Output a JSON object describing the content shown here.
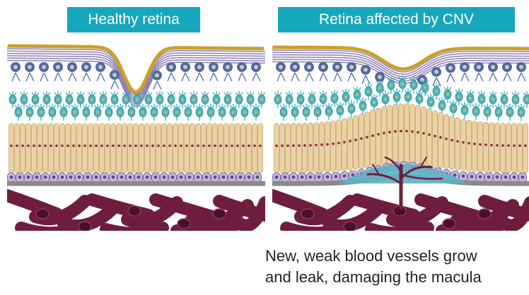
{
  "labels": {
    "left": "Healthy retina",
    "right": "Retina affected by CNV"
  },
  "caption": {
    "line1": "New, weak blood vessels grow",
    "line2": "and leak, damaging the macula"
  },
  "colors": {
    "label_bg": "#17a7bd",
    "membrane": "#c9a227",
    "ganglion": "#4d6aa8",
    "bipolar": "#3fb8c4",
    "photoreceptor": "#ead2a2",
    "rpe": "#c9b9e0",
    "bruch": "#8a8a8a",
    "choroid": "#6e1d3f",
    "fluid": "#5fb2c4"
  }
}
